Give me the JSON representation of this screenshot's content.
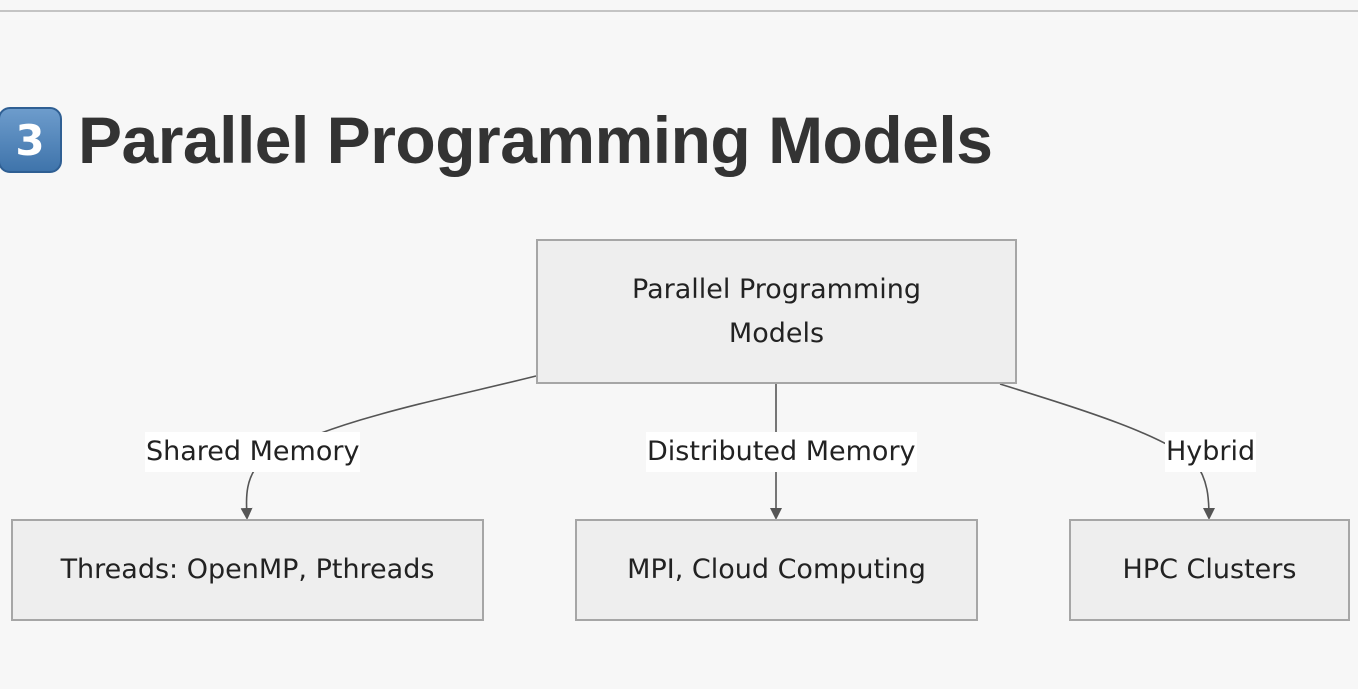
{
  "heading": {
    "number_badge": "3",
    "title": "Parallel Programming Models"
  },
  "diagram": {
    "root": "Parallel Programming Models",
    "branches": [
      {
        "edge_label": "Shared Memory",
        "node": "Threads: OpenMP, Pthreads"
      },
      {
        "edge_label": "Distributed Memory",
        "node": "MPI, Cloud Computing"
      },
      {
        "edge_label": "Hybrid",
        "node": "HPC Clusters"
      }
    ]
  },
  "colors": {
    "background": "#f7f7f7",
    "node_fill": "#eeeeee",
    "node_border": "#a6a6a6",
    "edge": "#555555",
    "badge": "#4a7fb5"
  }
}
